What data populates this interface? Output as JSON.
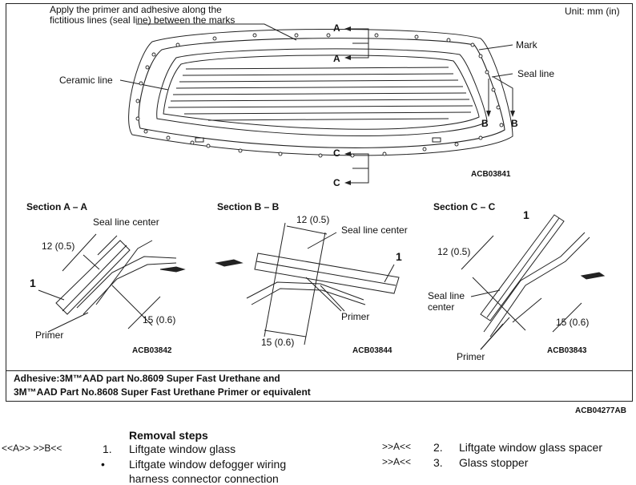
{
  "top_diagram": {
    "instruction_line1": "Apply the primer and adhesive along the",
    "instruction_line2": "fictitious lines (seal line) between the marks",
    "unit": "Unit: mm (in)",
    "label_mark": "Mark",
    "label_seal_line": "Seal line",
    "label_ceramic_line": "Ceramic line",
    "section_markers": [
      "A",
      "A",
      "B",
      "B",
      "C",
      "C"
    ],
    "code": "ACB03841"
  },
  "sections": [
    {
      "title": "Section A – A",
      "seal_line_center": "Seal line center",
      "dim1": "12 (0.5)",
      "dim2": "15 (0.6)",
      "primer": "Primer",
      "part_number": "1",
      "code": "ACB03842"
    },
    {
      "title": "Section B – B",
      "seal_line_center": "Seal line center",
      "dim1": "12 (0.5)",
      "dim2": "15 (0.6)",
      "primer": "Primer",
      "part_number": "1",
      "code": "ACB03844"
    },
    {
      "title": "Section C – C",
      "seal_line_center_l1": "Seal line",
      "seal_line_center_l2": "center",
      "dim1": "12 (0.5)",
      "dim2": "15 (0.6)",
      "primer": "Primer",
      "part_number": "1",
      "code": "ACB03843"
    }
  ],
  "adhesive_note": {
    "line1": "Adhesive:3M™AAD part No.8609 Super Fast Urethane and",
    "line2": "3M™AAD Part No.8608 Super Fast Urethane Primer or equivalent"
  },
  "figure_code": "ACB04277AB",
  "removal": {
    "heading": "Removal steps",
    "left_steps": [
      {
        "refs": "<<A>>   >>B<<",
        "num": "1.",
        "text": "Liftgate window glass"
      },
      {
        "refs": "",
        "num": "•",
        "text": "Liftgate window defogger wiring"
      },
      {
        "refs": "",
        "num": "",
        "text": "harness connector connection"
      }
    ],
    "right_steps": [
      {
        "refs": ">>A<<",
        "num": "2.",
        "text": "Liftgate window glass spacer"
      },
      {
        "refs": ">>A<<",
        "num": "3.",
        "text": "Glass stopper"
      }
    ]
  }
}
